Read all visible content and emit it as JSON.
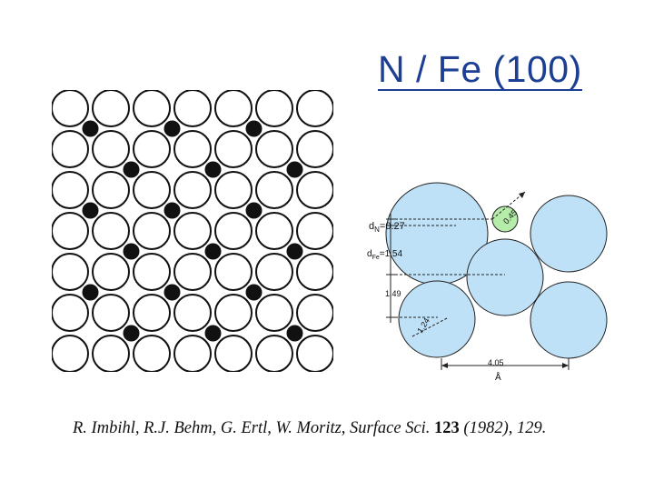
{
  "slide": {
    "title": "N / Fe (100)"
  },
  "top_view": {
    "surface_atom_grid": {
      "rows": 7,
      "cols": 7
    },
    "adsorbate_sites": [
      [
        0.5,
        0.5
      ],
      [
        2.5,
        0.5
      ],
      [
        4.5,
        0.5
      ],
      [
        1.5,
        1.5
      ],
      [
        3.5,
        1.5
      ],
      [
        5.5,
        1.5
      ],
      [
        0.5,
        2.5
      ],
      [
        2.5,
        2.5
      ],
      [
        4.5,
        2.5
      ],
      [
        1.5,
        3.5
      ],
      [
        3.5,
        3.5
      ],
      [
        5.5,
        3.5
      ],
      [
        0.5,
        4.5
      ],
      [
        2.5,
        4.5
      ],
      [
        4.5,
        4.5
      ],
      [
        1.5,
        5.5
      ],
      [
        3.5,
        5.5
      ],
      [
        5.5,
        5.5
      ]
    ],
    "colors": {
      "substrate": "#ffffff",
      "adsorbate": "#111111",
      "outline": "#111111"
    }
  },
  "side_view": {
    "labels": {
      "d_n": "d",
      "d_n_sub": "N",
      "d_n_value": "=0.27",
      "d_fe": "d",
      "d_fe_sub": "Fe",
      "d_fe_value": "=1.54",
      "spacing_1_49": "1.49",
      "bond_1_24": "1.24",
      "radius_0_45": "0.45",
      "lattice_4_05": "4.05",
      "unit": "Å"
    },
    "colors": {
      "fe_fill": "#bfe1f7",
      "n_fill": "#b6ecaa",
      "outline": "#222222"
    }
  },
  "citation": {
    "authors": "R. Imbihl, R.J. Behm, G. Ertl, W. Moritz, Surface Sci.",
    "volume": "123",
    "rest": "(1982), 129."
  }
}
